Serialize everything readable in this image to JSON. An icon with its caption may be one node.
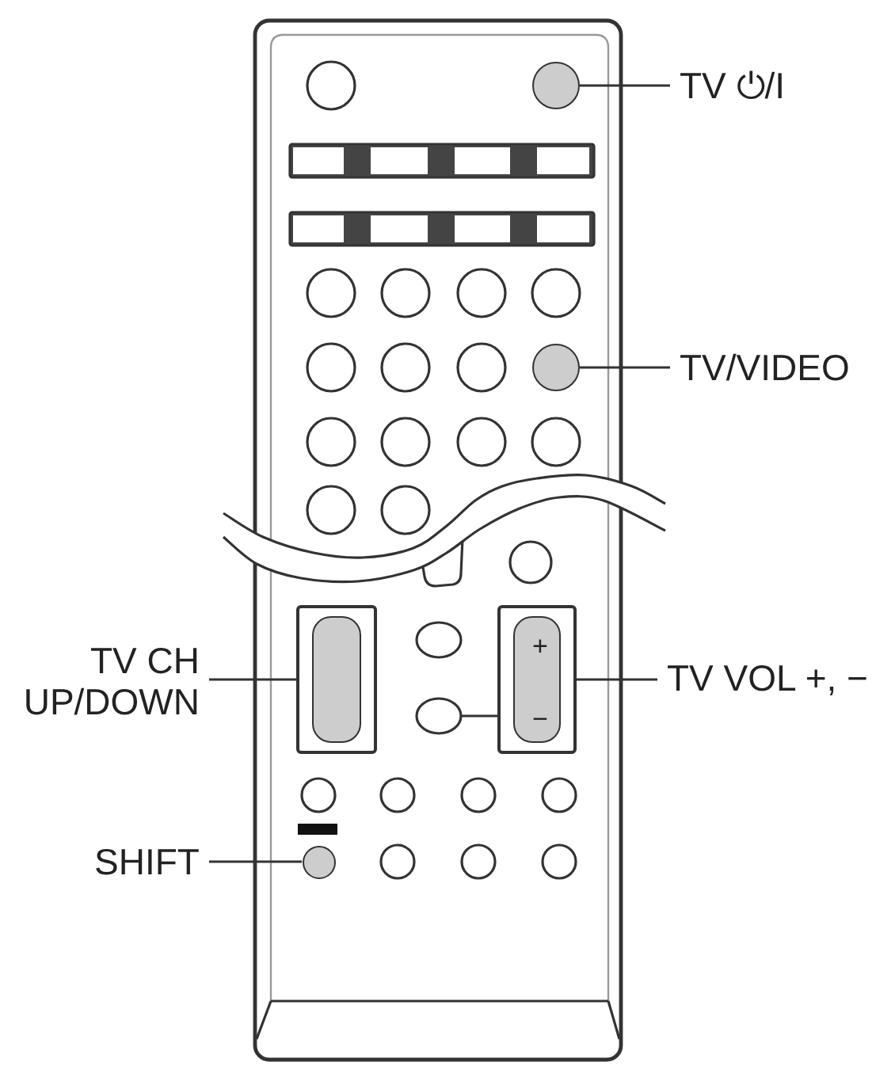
{
  "diagram": {
    "nodes": [
      {
        "text": [
          "TV ⏻/I"
        ]
      },
      {
        "text": [],
        "shape": "circle"
      },
      {
        "text": [
          "TV/VIDEO"
        ]
      },
      {
        "text": [],
        "shape": "circle"
      },
      {
        "text": [
          "TV CH UP/DOWN"
        ]
      },
      {
        "text": [],
        "shape": "box"
      },
      {
        "text": [
          "TV VOL +, −"
        ]
      },
      {
        "text": [
          "+",
          "−"
        ]
      },
      {
        "text": [
          "SHIFT"
        ]
      },
      {
        "text": [],
        "shape": "circle"
      }
    ],
    "edges": [
      {
        "from": 0,
        "to": 1,
        "arrow": "none"
      },
      {
        "from": 2,
        "to": 3,
        "arrow": "none"
      },
      {
        "from": 4,
        "to": 5,
        "arrow": "none"
      },
      {
        "from": 6,
        "to": 7,
        "arrow": "none"
      },
      {
        "from": 8,
        "to": 9,
        "arrow": "none"
      }
    ]
  }
}
